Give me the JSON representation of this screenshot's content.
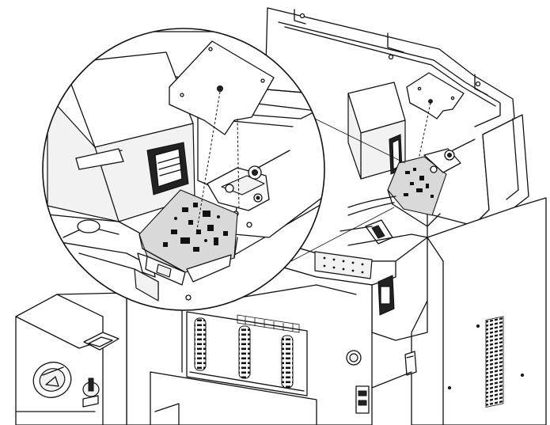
{
  "colors": {
    "line": "#111111",
    "surface": "#ffffff",
    "shade_light": "#f2f2f2",
    "shade_mid": "#d9d9d9",
    "shade_dark": "#222222"
  },
  "icons": [
    "callout-magnifier",
    "board-cover-plate",
    "control-board",
    "drive-unit",
    "key-switch",
    "screw-marker"
  ]
}
